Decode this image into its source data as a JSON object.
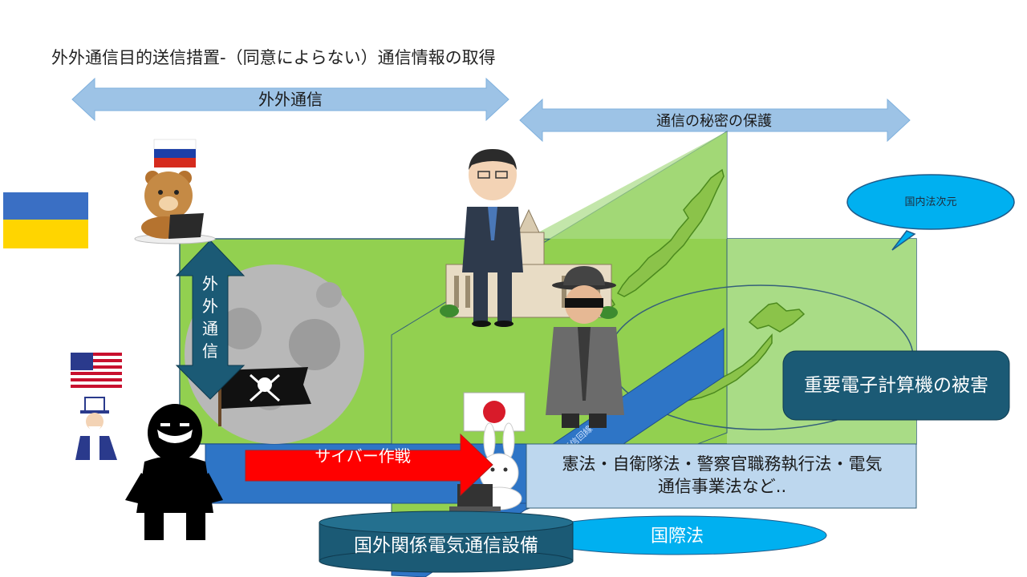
{
  "title": "外外通信目的送信措置-（同意によらない）通信情報の取得",
  "arrows": {
    "top_left_label": "外外通信",
    "top_right_label": "通信の秘密の保護",
    "vertical_label_chars": [
      "外",
      "外",
      "通",
      "信"
    ],
    "cyber_label": "サイバー作戦"
  },
  "callouts": {
    "domestic_dimension": "国内法次元",
    "critical_computer_damage": "重要電子計算機の被害",
    "laws_line1": "憲法・自衛隊法・警察官職務執行法・電気",
    "laws_line2": "通信事業法など..",
    "international_law": "国際法",
    "foreign_facility": "国外関係電気通信設備",
    "cable_text": "国際通信回線"
  },
  "colors": {
    "light_blue_arrow": "#9dc3e6",
    "green_plane": "#92d050",
    "light_green_plane": "#a9dc86",
    "dark_teal_box": "#1b5a75",
    "blue_band": "#2e75c6",
    "cyan_ellipse": "#00b0f0",
    "red_arrow": "#ff0000",
    "ukraine_blue": "#3a6fc4",
    "ukraine_yellow": "#ffd500"
  },
  "icons": [
    "ukraine-flag-icon",
    "russia-flag-icon",
    "usa-flag-icon",
    "japan-flag-icon",
    "bear-hacker-icon",
    "uncle-sam-icon",
    "black-hacker-icon",
    "politician-icon",
    "parliament-building-icon",
    "spy-icon",
    "rabbit-computer-icon",
    "moon-icon",
    "pirate-flag-icon",
    "japan-map-icon"
  ]
}
